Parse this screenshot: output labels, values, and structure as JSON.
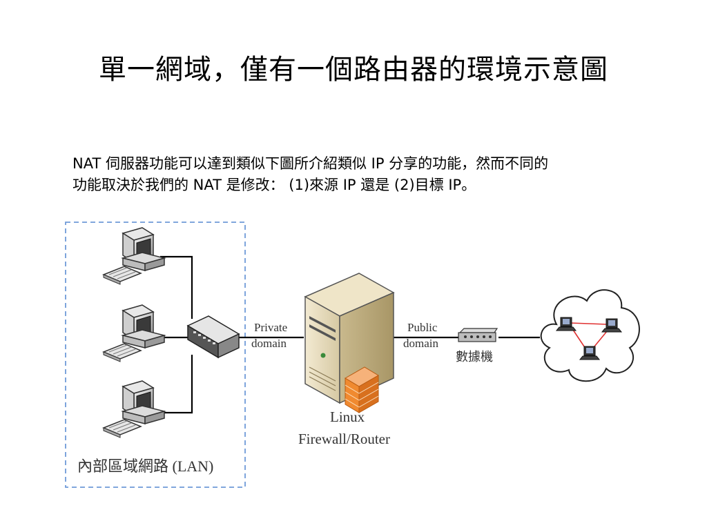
{
  "slide": {
    "title": "單一網域，僅有一個路由器的環境示意圖",
    "body_line1": "NAT 伺服器功能可以達到類似下圖所介紹類似 IP 分享的功能，然而不同的",
    "body_line2": "功能取決於我們的 NAT 是修改： (1)來源 IP 還是 (2)目標 IP。"
  },
  "diagram": {
    "lan_label": "內部區域網路 (LAN)",
    "private_line1": "Private",
    "private_line2": "domain",
    "public_line1": "Public",
    "public_line2": "domain",
    "modem_label": "數據機",
    "router_line1": "Linux",
    "router_line2": "Firewall/Router",
    "colors": {
      "lan_border": "#6f9ad8",
      "wire": "#000000",
      "internet_link": "#e03030",
      "firewall": "#f08a30"
    }
  }
}
